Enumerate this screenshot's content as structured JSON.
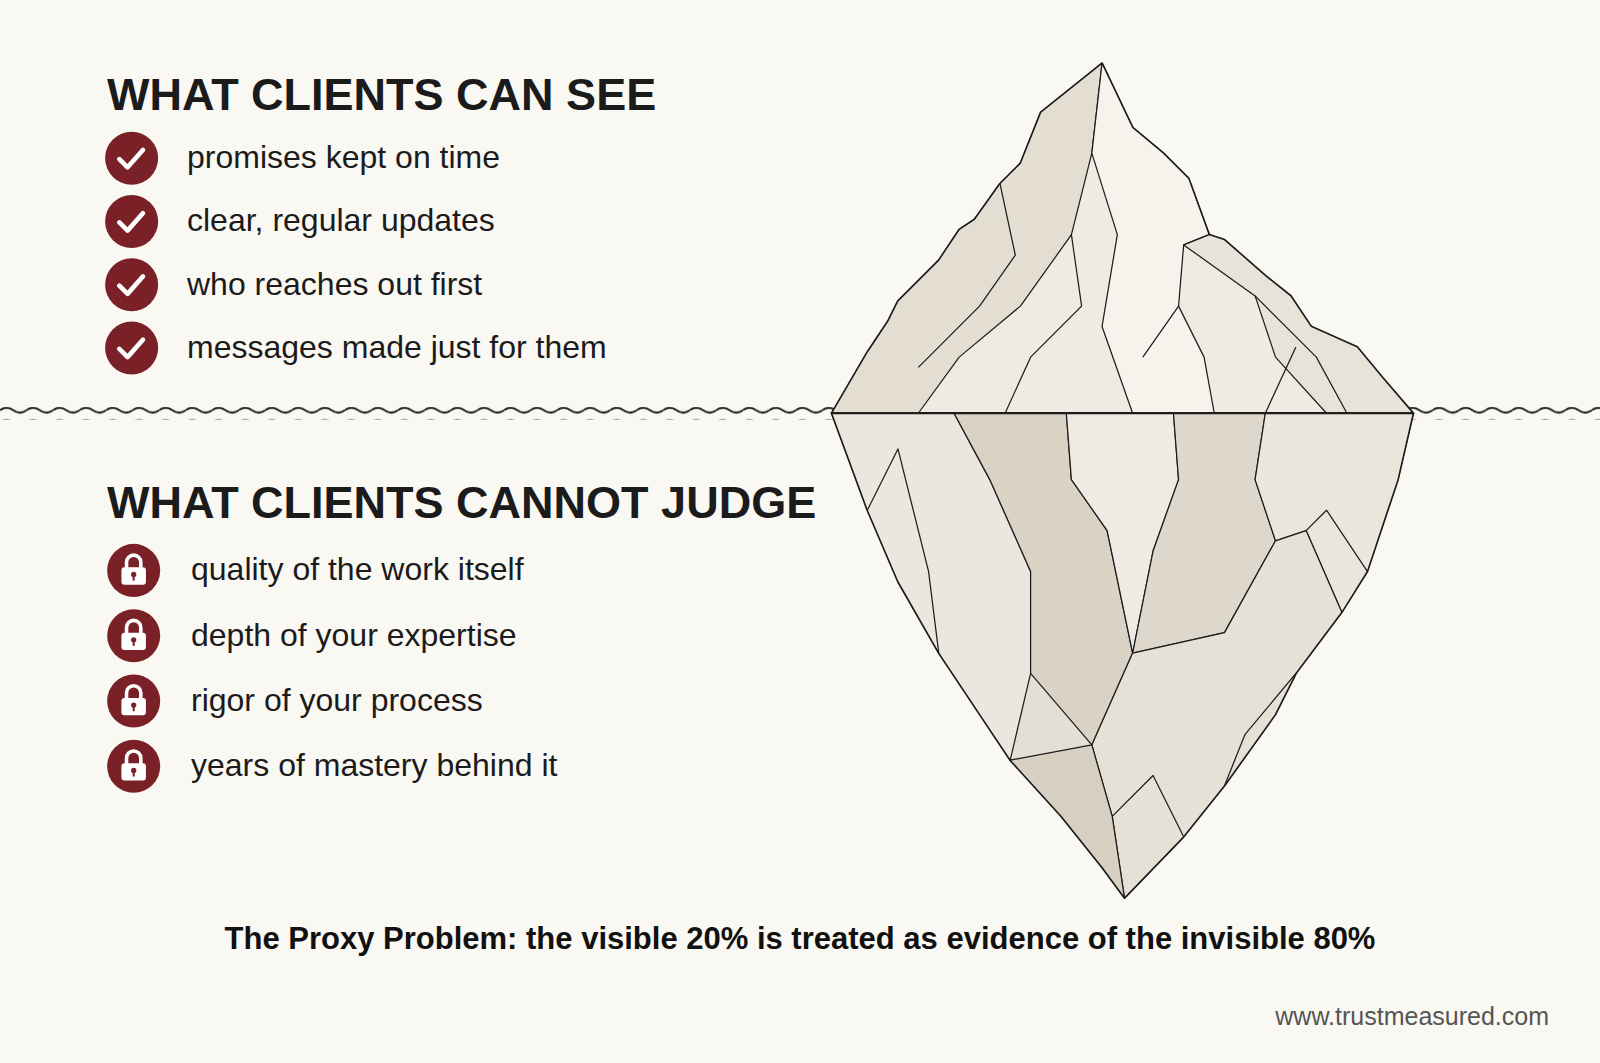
{
  "diagram": {
    "caption": "The Proxy Problem: the visible 20% is treated as evidence of the invisible 80%",
    "labels": [
      "WHAT CLIENTS CAN SEE",
      "promises kept on time",
      "clear, regular updates",
      "who reaches out first",
      "messages made just for them",
      "WHAT CLIENTS CANNOT JUDGE",
      "quality of the work itself",
      "depth of your expertise",
      "rigor of your process",
      "years of mastery behind it",
      "www.trustmeasured.com"
    ]
  }
}
